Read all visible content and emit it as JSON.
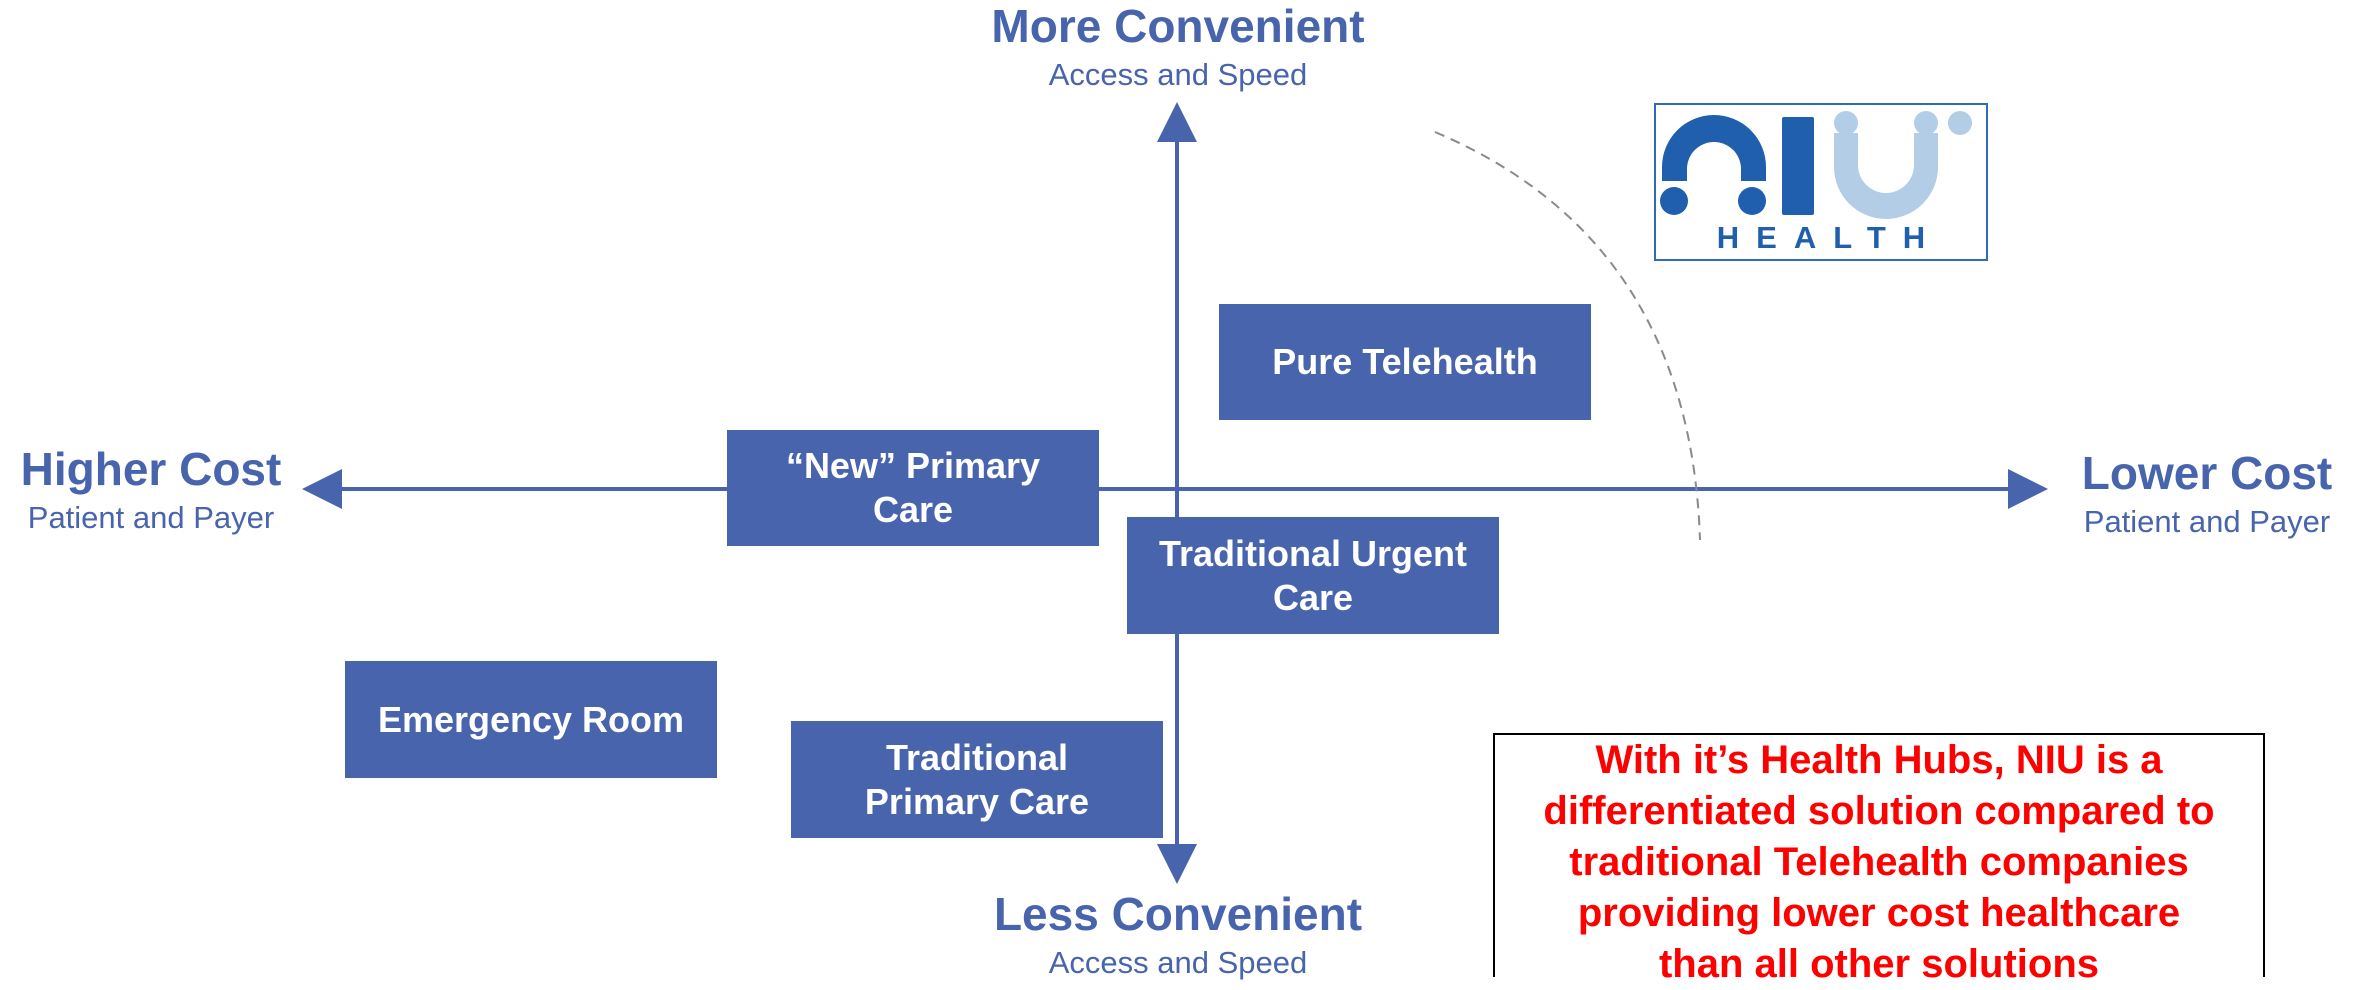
{
  "axes": {
    "top": {
      "title": "More Convenient",
      "subtitle": "Access and Speed"
    },
    "bottom": {
      "title": "Less Convenient",
      "subtitle": "Access and Speed"
    },
    "left": {
      "title": "Higher Cost",
      "subtitle": "Patient and Payer"
    },
    "right": {
      "title": "Lower Cost",
      "subtitle": "Patient and Payer"
    }
  },
  "boxes": {
    "pure_telehealth": "Pure Telehealth",
    "new_primary_care_line1": "“New” Primary",
    "new_primary_care_line2": "Care",
    "urgent_care_line1": "Traditional Urgent",
    "urgent_care_line2": "Care",
    "emergency_room": "Emergency Room",
    "trad_primary_line1": "Traditional",
    "trad_primary_line2": "Primary Care"
  },
  "callout": {
    "line1": "With it’s Health Hubs, NIU is a",
    "line2": "differentiated solution compared to",
    "line3": "traditional Telehealth companies",
    "line4": "providing lower cost healthcare",
    "line5": "than all other solutions"
  },
  "logo": {
    "wordmark": "HEALTH"
  },
  "colors": {
    "primary": "#4864ad",
    "callout_text": "#ff0000",
    "logo_dark": "#1f5fae",
    "logo_light": "#b3cde6"
  }
}
